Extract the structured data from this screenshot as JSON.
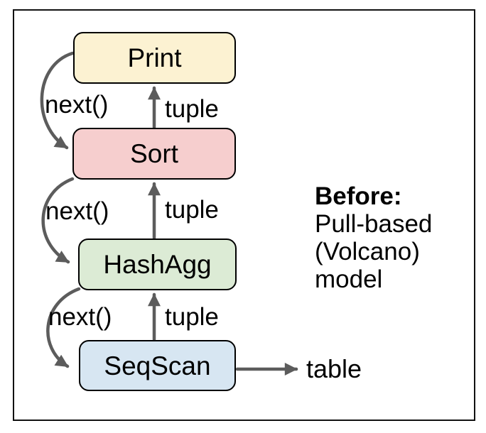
{
  "diagram": {
    "nodes": [
      {
        "id": "print",
        "label": "Print"
      },
      {
        "id": "sort",
        "label": "Sort"
      },
      {
        "id": "hashagg",
        "label": "HashAgg"
      },
      {
        "id": "seqscan",
        "label": "SeqScan"
      }
    ],
    "edge_labels": {
      "next": "next()",
      "tuple": "tuple",
      "table": "table"
    },
    "caption": {
      "title": "Before:",
      "line1": "Pull-based",
      "line2": "(Volcano)",
      "line3": "model"
    }
  },
  "colors": {
    "frame": "#111111",
    "arrow": "#5c5c5c",
    "text": "#000000",
    "node_print": "#fcf2d2",
    "node_sort": "#f6cece",
    "node_hashagg": "#dcebd5",
    "node_seqscan": "#d7e6f2"
  }
}
